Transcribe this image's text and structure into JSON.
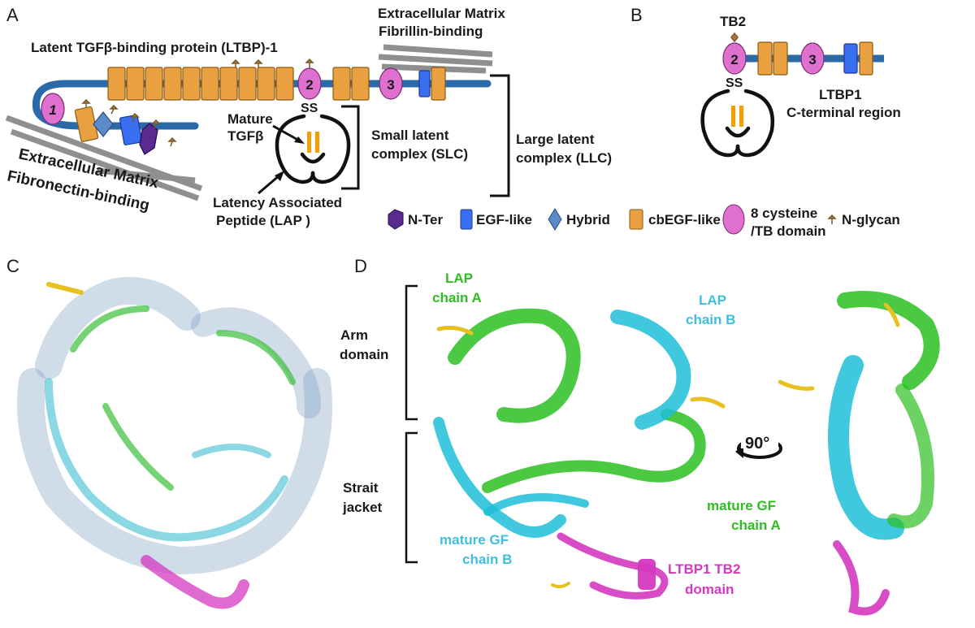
{
  "panels": {
    "a": "A",
    "b": "B",
    "c": "C",
    "d": "D"
  },
  "panel_a": {
    "title": "Latent TGFβ-binding protein (LTBP)-1",
    "ecm_fibrillin_line1": "Extracellular Matrix",
    "ecm_fibrillin_line2": "Fibrillin-binding",
    "ecm_fibronectin_line1": "Extracellular Matrix",
    "ecm_fibronectin_line2": "Fibronectin-binding",
    "tb1": "1",
    "tb2": "2",
    "tb3": "3",
    "ss": "SS",
    "mature_line1": "Mature",
    "mature_line2": "TGFβ",
    "lap_line1": "Latency Associated",
    "lap_line2": "Peptide (LAP )",
    "slc_line1": "Small latent",
    "slc_line2": "complex (SLC)",
    "llc_line1": "Large latent",
    "llc_line2": "complex (LLC)"
  },
  "panel_b": {
    "tb2_label": "TB2",
    "tb2": "2",
    "tb3": "3",
    "ss": "SS",
    "region_line1": "LTBP1",
    "region_line2": "C-terminal region"
  },
  "legend": {
    "nter": "N-Ter",
    "egf": "EGF-like",
    "hybrid": "Hybrid",
    "cbegf": "cbEGF-like",
    "tb_line1": "8 cysteine",
    "tb_line2": "/TB domain",
    "nglycan": "N-glycan"
  },
  "panel_d": {
    "lap_a_line1": "LAP",
    "lap_a_line2": "chain A",
    "lap_b_line1": "LAP",
    "lap_b_line2": "chain B",
    "arm_line1": "Arm",
    "arm_line2": "domain",
    "strait_line1": "Strait",
    "strait_line2": "jacket",
    "gf_a_line1": "mature GF",
    "gf_a_line2": "chain A",
    "gf_b_line1": "mature GF",
    "gf_b_line2": "chain B",
    "ltbp_line1": "LTBP1 TB2",
    "ltbp_line2": "domain",
    "rotation": "90°"
  },
  "colors": {
    "cbegf": "#e8a040",
    "egf": "#3a6ef0",
    "tb": "#e070d0",
    "nter": "#5a2a90",
    "hybrid": "#5b8ac8",
    "backbone": "#2a6aa8",
    "tgfb": "#f0a000",
    "chainA": "#2dbf22",
    "chainB": "#1fc0d8",
    "ltbp": "#d438c0"
  }
}
